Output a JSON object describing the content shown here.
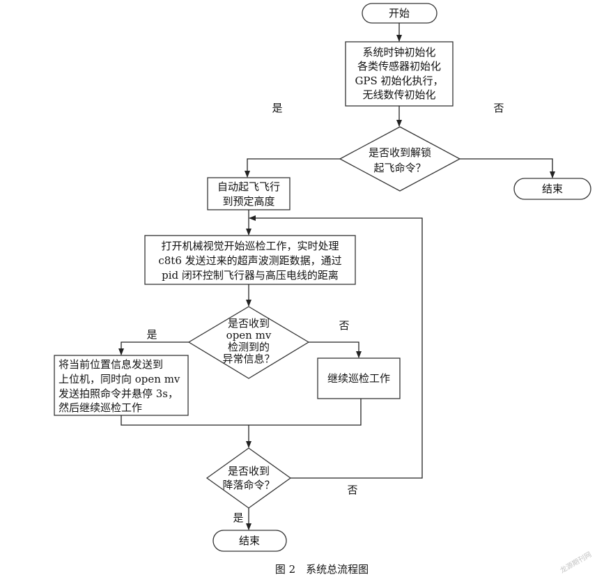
{
  "nodes": {
    "start": "开始",
    "init": [
      "系统时钟初始化",
      "各类传感器初始化",
      "GPS 初始化执行，",
      "无线数传初始化"
    ],
    "unlock_decision": [
      "是否收到解锁",
      "起飞命令？"
    ],
    "end_top": "结束",
    "takeoff": [
      "自动起飞飞行",
      "到预定高度"
    ],
    "patrol": [
      "打开机械视觉开始巡检工作，实时处理",
      "c8t6 发送过来的超声波测距数据，通过",
      "pid 闭环控制飞行器与高压电线的距离"
    ],
    "anomaly_decision": [
      "是否收到",
      "open mv",
      "检测到的",
      "异常信息？"
    ],
    "report": [
      "将当前位置信息发送到",
      "上位机，同时向 open mv",
      "发送拍照命令并悬停 3s，",
      "然后继续巡检工作"
    ],
    "continue": "继续巡检工作",
    "land_decision": [
      "是否收到",
      "降落命令？"
    ],
    "end_bottom": "结束"
  },
  "labels": {
    "yes": "是",
    "no": "否"
  },
  "caption": "图 2　系统总流程图",
  "watermark": "龙源期刊网"
}
